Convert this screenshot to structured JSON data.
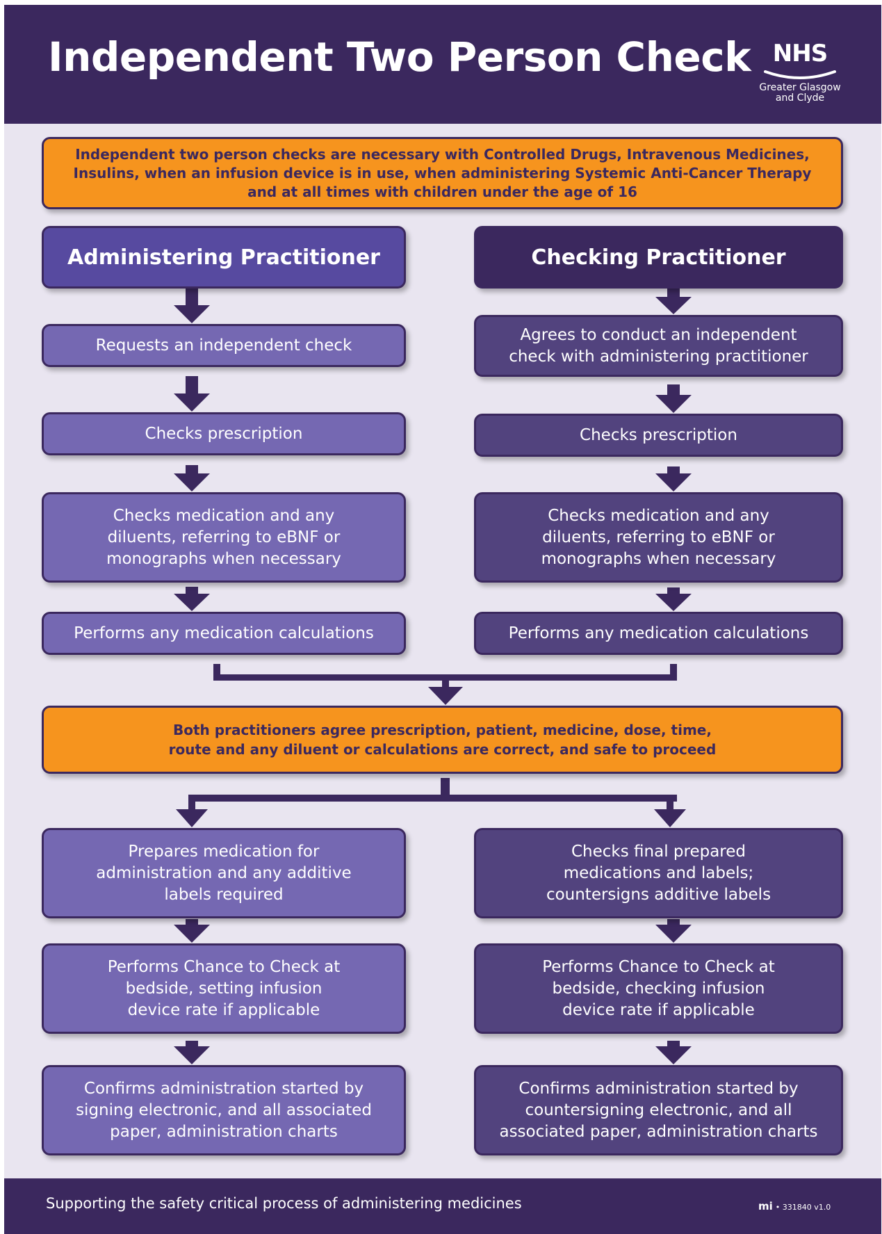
{
  "header": {
    "title": "Independent Two Person Check",
    "logo_main": "NHS",
    "logo_sub_line1": "Greater Glasgow",
    "logo_sub_line2": "and Clyde"
  },
  "intro": "Independent two person checks are necessary with Controlled Drugs, Intravenous Medicines, Insulins, when an infusion device is in use, when administering Systemic Anti-Cancer Therapy and at all times with children under the age of 16",
  "administering": {
    "heading": "Administering Practitioner",
    "step1": "Requests an independent check",
    "step2": "Checks prescription",
    "step3": "Checks medication and any diluents, referring to eBNF or monographs when necessary",
    "step4": "Performs any medication calculations",
    "step5": "Prepares medication for administration and any additive labels required",
    "step6": "Performs Chance to Check at bedside, setting infusion device rate if applicable",
    "step7": "Confirms administration started by signing electronic, and all associated paper, administration charts"
  },
  "checking": {
    "heading": "Checking Practitioner",
    "step1": "Agrees to conduct an independent check with administering practitioner",
    "step2": "Checks prescription",
    "step3": "Checks medication and any diluents, referring to eBNF or monographs when necessary",
    "step4": "Performs any medication calculations",
    "step5": "Checks final prepared medications and labels; countersigns additive labels",
    "step6": "Performs Chance to Check at bedside, checking infusion device rate if applicable",
    "step7": "Confirms administration started by countersigning electronic, and all associated paper, administration charts"
  },
  "agreement": "Both practitioners agree prescription, patient, medicine, dose, time, route and any diluent or calculations are correct, and safe to proceed",
  "footer": {
    "text": "Supporting the safety critical process of administering medicines",
    "mark": "mi",
    "code": "• 331840 v1.0"
  },
  "colors": {
    "header_purple": "#3b285e",
    "heading_left": "#574aa0",
    "step_left": "#7568b2",
    "step_right": "#52437e",
    "orange": "#f6941e",
    "background": "#e9e5f0"
  },
  "icons": {
    "arrow": "down-arrow-icon",
    "logo_swoosh": "nhs-swoosh-icon"
  }
}
